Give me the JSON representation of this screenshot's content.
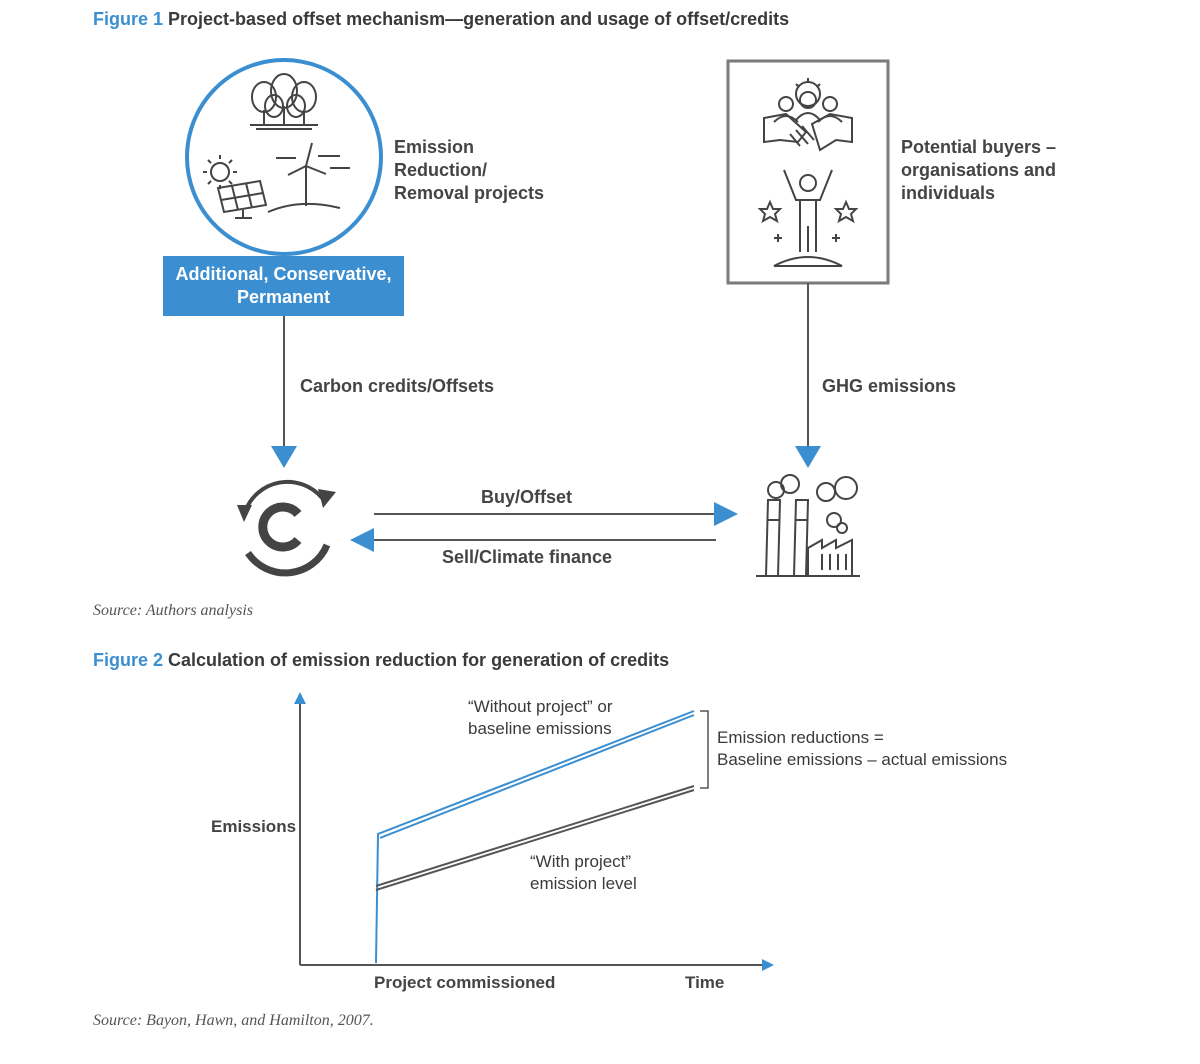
{
  "figure1": {
    "number": "Figure 1",
    "title": "Project-based offset mechanism—generation and usage of offset/credits",
    "projects_label": [
      "Emission",
      "Reduction/",
      "Removal projects"
    ],
    "criteria": [
      "Additional, Conservative,",
      "Permanent"
    ],
    "buyers_label": [
      "Potential buyers –",
      "organisations and",
      "individuals"
    ],
    "credits_flow": "Carbon credits/Offsets",
    "ghg_flow": "GHG emissions",
    "buy_flow": "Buy/Offset",
    "sell_flow": "Sell/Climate finance",
    "source": "Source: Authors analysis",
    "icons": [
      "trees-solar-wind-icon",
      "handshake-people-icon",
      "carbon-credit-cycle-icon",
      "factory-emissions-icon"
    ],
    "colors": {
      "accent": "#3b8fd1",
      "line": "#555555"
    }
  },
  "figure2": {
    "number": "Figure 2",
    "title": "Calculation of emission reduction for generation of credits",
    "y_label": "Emissions",
    "x_label_commissioned": "Project commissioned",
    "x_label_time": "Time",
    "baseline_label": [
      "“Without project” or",
      "baseline emissions"
    ],
    "project_label": [
      "“With project”",
      "emission level"
    ],
    "reduction_label": [
      "Emission reductions =",
      "Baseline emissions – actual emissions"
    ],
    "source": "Source: Bayon, Hawn, and Hamilton, 2007."
  }
}
